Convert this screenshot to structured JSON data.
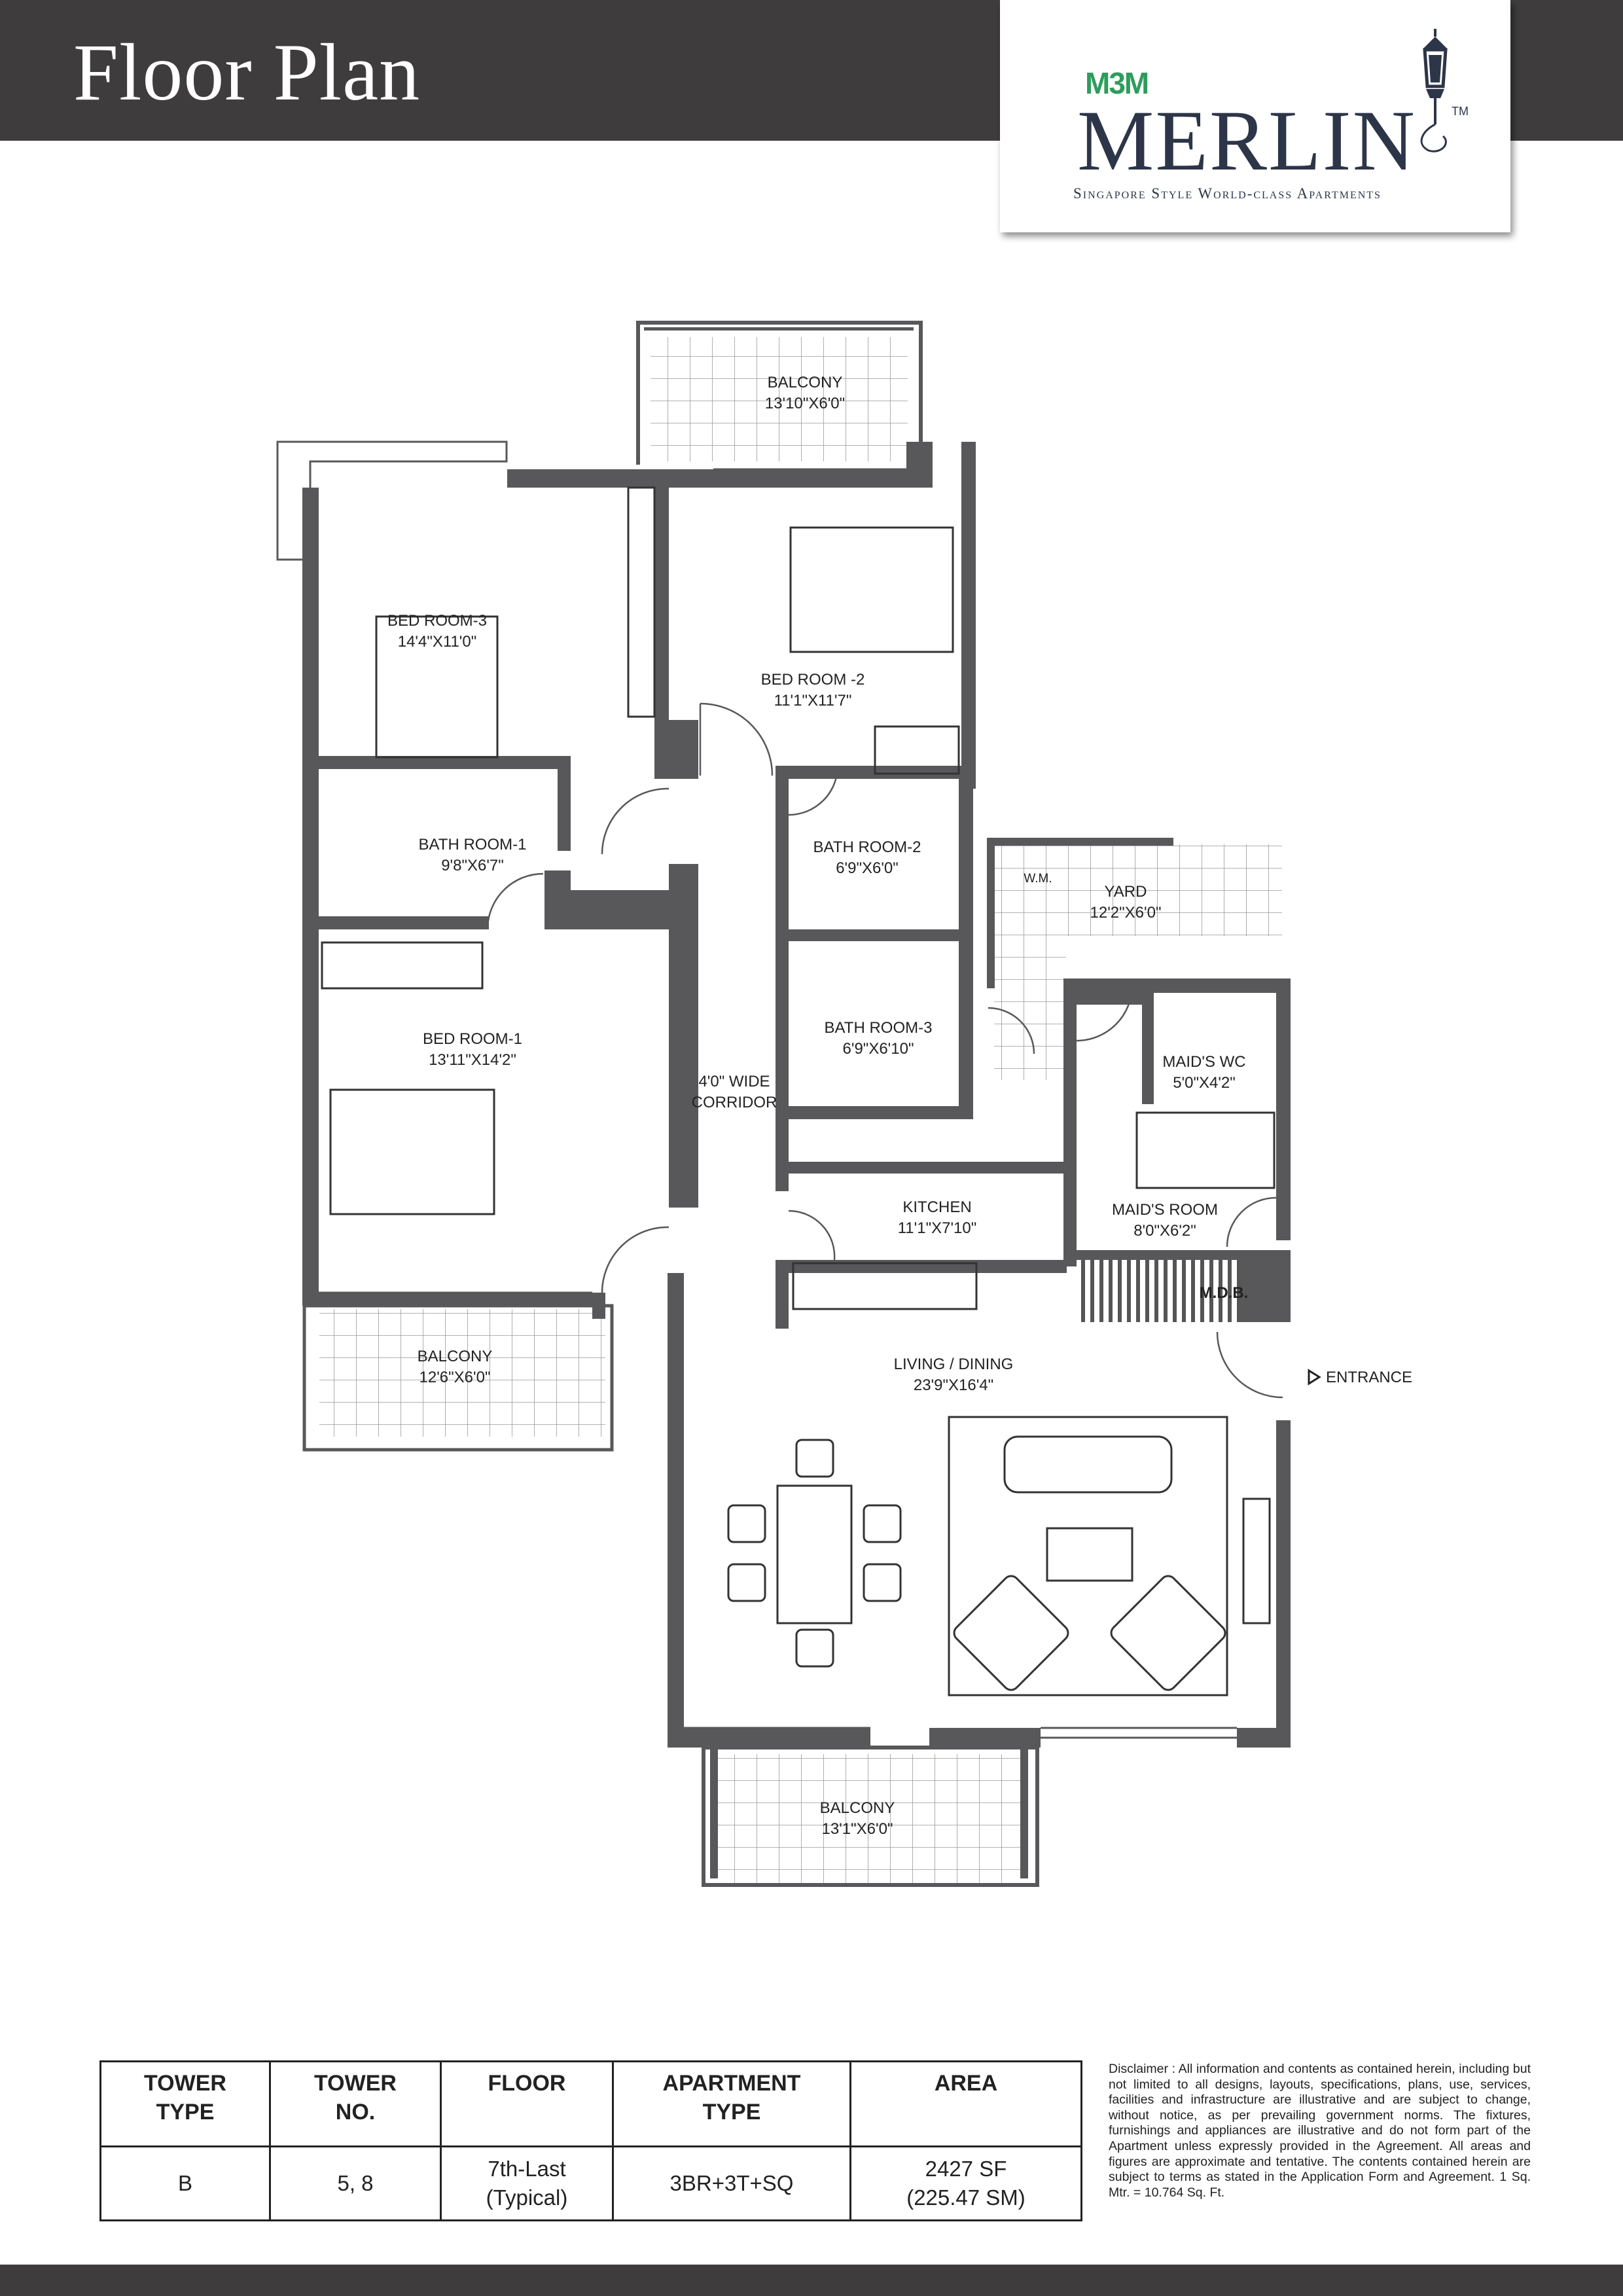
{
  "header": {
    "title": "Floor Plan",
    "brand_prefix": "M3M",
    "brand_name": "MERLIN",
    "trademark": "TM",
    "tagline": "Singapore Style World-class Apartments"
  },
  "rooms": {
    "balcony_top": {
      "name": "BALCONY",
      "size": "13'10\"X6'0\""
    },
    "bed3": {
      "name": "BED ROOM-3",
      "size": "14'4\"X11'0\""
    },
    "bed2": {
      "name": "BED ROOM -2",
      "size": "11'1\"X11'7\""
    },
    "bath1": {
      "name": "BATH ROOM-1",
      "size": "9'8\"X6'7\""
    },
    "bath2": {
      "name": "BATH ROOM-2",
      "size": "6'9\"X6'0\""
    },
    "yard": {
      "name": "YARD",
      "size": "12'2\"X6'0\""
    },
    "wm": "W.M.",
    "bed1": {
      "name": "BED ROOM-1",
      "size": "13'11\"X14'2\""
    },
    "bath3": {
      "name": "BATH ROOM-3",
      "size": "6'9\"X6'10\""
    },
    "maids_wc": {
      "name": "MAID'S WC",
      "size": "5'0\"X4'2\""
    },
    "corridor": {
      "line1": "4'0\" WIDE",
      "line2": "CORRIDOR"
    },
    "kitchen": {
      "name": "KITCHEN",
      "size": "11'1\"X7'10\""
    },
    "maids_room": {
      "name": "MAID'S ROOM",
      "size": "8'0\"X6'2\""
    },
    "mdb": "M.D.B.",
    "balcony_left": {
      "name": "BALCONY",
      "size": "12'6\"X6'0\""
    },
    "living": {
      "name": "LIVING / DINING",
      "size": "23'9\"X16'4\""
    },
    "entrance": "ENTRANCE",
    "balcony_bottom": {
      "name": "BALCONY",
      "size": "13'1\"X6'0\""
    }
  },
  "spec_table": {
    "headers": {
      "tower_type": [
        "TOWER",
        "TYPE"
      ],
      "tower_no": [
        "TOWER",
        "NO."
      ],
      "floor": [
        "FLOOR"
      ],
      "apartment_type": [
        "APARTMENT",
        "TYPE"
      ],
      "area": [
        "AREA"
      ]
    },
    "row": {
      "tower_type": "B",
      "tower_no": "5, 8",
      "floor": [
        "7th-Last",
        "(Typical)"
      ],
      "apartment_type": "3BR+3T+SQ",
      "area": [
        "2427 SF",
        "(225.47 SM)"
      ]
    }
  },
  "disclaimer": "Disclaimer : All information and contents as contained herein, including but not limited to all designs, layouts, specifications, plans, use, services, facilities and infrastructure are illustrative and are subject to change, without notice, as per prevailing government norms. The fixtures, furnishings and appliances are illustrative and do not form part of the Apartment unless expressly provided in the Agreement. All areas and figures are approximate and tentative. The contents contained herein are subject to terms as stated in the Application Form and Agreement. 1 Sq. Mtr. = 10.764 Sq. Ft.",
  "colors": {
    "header_bar": "#3e3c3c",
    "wall": "#58585a",
    "brand_green": "#2e9c5d",
    "brand_navy": "#2d3548"
  }
}
